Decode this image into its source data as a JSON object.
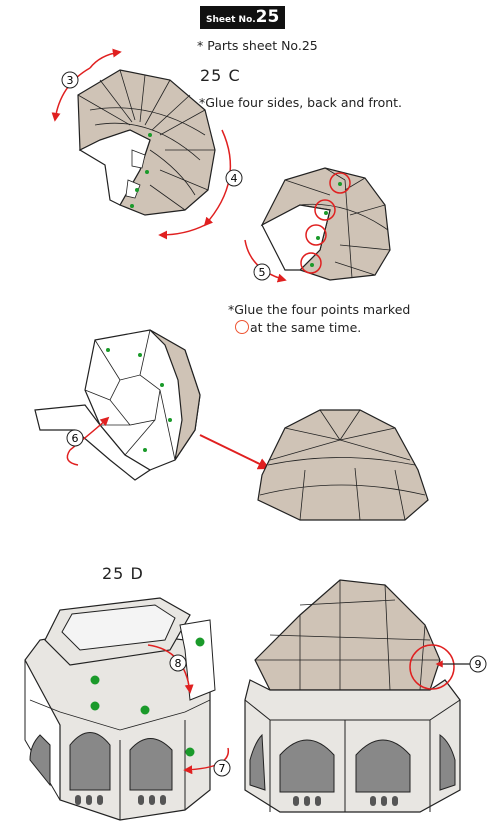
{
  "sheet": {
    "prefix": "Sheet No.",
    "number": "25"
  },
  "parts_note": "* Parts sheet No.25",
  "section_c": {
    "label": "25 C",
    "note": "*Glue four sides, back and front.",
    "note2_line1": "*Glue the four points marked",
    "note2_line2": "at the same time."
  },
  "section_d": {
    "label": "25 D"
  },
  "steps": {
    "s3": "3",
    "s4": "4",
    "s5": "5",
    "s6": "6",
    "s7": "7",
    "s8": "8",
    "s9": "9"
  },
  "colors": {
    "dome_fill": "#cfc3b6",
    "arrow": "#e02020",
    "dot": "#1a9a2a",
    "wall": "#e8e6e2",
    "window": "#888"
  }
}
